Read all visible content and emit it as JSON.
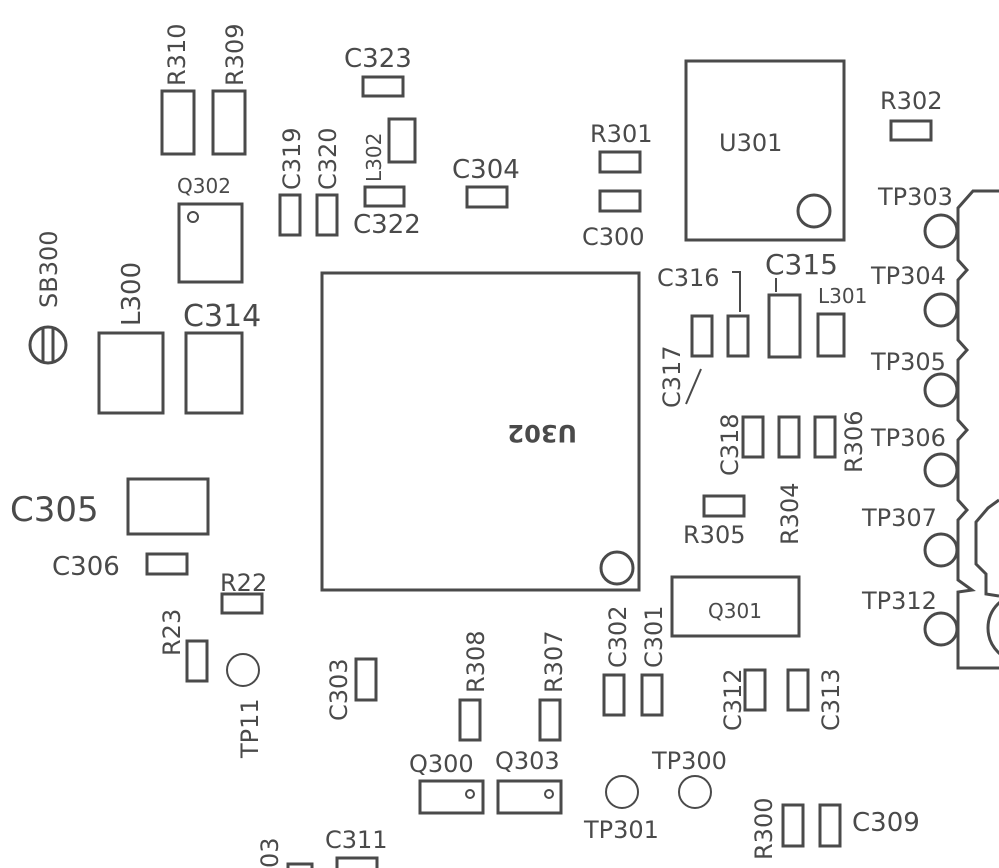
{
  "board": {
    "ink_color": "#4a4a4a",
    "background": "#ffffff"
  },
  "labels": {
    "r310": "R310",
    "r309": "R309",
    "c323": "C323",
    "r301": "R301",
    "u301": "U301",
    "r302": "R302",
    "c319": "C319",
    "c320": "C320",
    "l302": "L302",
    "c322": "C322",
    "c304": "C304",
    "c300": "C300",
    "q302": "Q302",
    "tp303": "TP303",
    "sb300": "SB300",
    "l300": "L300",
    "c314": "C314",
    "c316": "C316",
    "c315": "C315",
    "l301": "L301",
    "tp304": "TP304",
    "c317": "C317",
    "tp305": "TP305",
    "u302": "U302",
    "c318": "C318",
    "r306": "R306",
    "tp306": "TP306",
    "r304": "R304",
    "c305": "C305",
    "r305": "R305",
    "tp307": "TP307",
    "c306": "C306",
    "r22": "R22",
    "c302": "C302",
    "c301": "C301",
    "q301": "Q301",
    "tp312": "TP312",
    "r23": "R23",
    "c303": "C303",
    "r308": "R308",
    "r307": "R307",
    "c312": "C312",
    "c313": "C313",
    "tp11": "TP11",
    "q300": "Q300",
    "q303": "Q303",
    "tp300": "TP300",
    "tp301": "TP301",
    "r300": "R300",
    "c309": "C309",
    "c311": "C311",
    "edge_partial": "03"
  }
}
